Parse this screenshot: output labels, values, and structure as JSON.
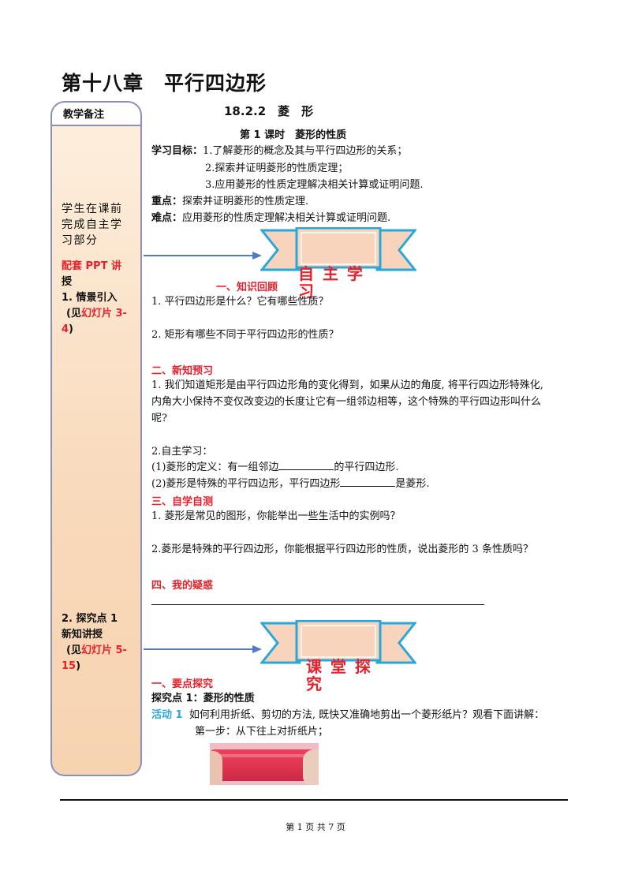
{
  "chapter_title": "第十八章　平行四边形",
  "sidebar": {
    "header": "教学备注",
    "note1": [
      "学生在课前",
      "完成自主学",
      "习部分"
    ],
    "ppt_label": "配套 PPT 讲",
    "ppt_label2": "授",
    "step1_title": "1. 情景引入",
    "step1_ref_prefix": "(见",
    "step1_ref": "幻灯片 3-",
    "step1_ref2": "4",
    "step1_ref_suffix": ")",
    "step2_title": "2. 探究点 1",
    "step2_title2": "新知讲授",
    "step2_ref_prefix": "(见",
    "step2_ref": "幻灯片 5-",
    "step2_ref2": "15",
    "step2_ref_suffix": ")"
  },
  "section_title": "18.2.2　菱　形",
  "lesson_title": "第 1 课时　菱形的性质",
  "goals": {
    "label": "学习目标：",
    "items": [
      "1.了解菱形的概念及其与平行四边形的关系；",
      "2.探索并证明菱形的性质定理；",
      "3.应用菱形的性质定理解决相关计算或证明问题."
    ]
  },
  "key_point": {
    "label": "重点：",
    "text": "探索并证明菱形的性质定理."
  },
  "difficult_point": {
    "label": "难点：",
    "text": "应用菱形的性质定理解决相关计算或证明问题."
  },
  "banner1": {
    "line1": "自 主 学",
    "line2": "习"
  },
  "part1": {
    "title": "一、知识回顾",
    "q1": "1. 平行四边形是什么？它有哪些性质？",
    "q2": "2. 矩形有哪些不同于平行四边形的性质？"
  },
  "part2": {
    "title": "二、新知预习",
    "p1_line1": "1. 我们知道矩形是由平行四边形角的变化得到，如果从边的角度, 将平行四边形特殊化,",
    "p1_line2": "内角大小保持不变仅改变边的长度让它有一组邻边相等，这个特殊的平行四边形叫什么",
    "p1_line3": "呢?",
    "p2": "2.自主学习：",
    "p3_pre": "(1)菱形的定义：有一组邻边",
    "p3_post": "的平行四边形.",
    "p4_pre": "(2)菱形是特殊的平行四边形，平行四边形",
    "p4_post": "是菱形."
  },
  "part3": {
    "title": "三、自学自测",
    "q1": "1. 菱形是常见的图形，你能举出一些生活中的实例吗？",
    "q2": "2.菱形是特殊的平行四边形，你能根据平行四边形的性质，说出菱形的 3 条性质吗？"
  },
  "part4": {
    "title": "四、我的疑惑"
  },
  "banner2": {
    "line1": "课 堂 探",
    "line2": "究"
  },
  "explore": {
    "title": "一、要点探究",
    "sub": "探究点 1：菱形的性质",
    "activity_label": "活动 1",
    "activity_text": "如何利用折纸、剪切的方法, 既快又准确地剪出一个菱形纸片？观看下面讲解：",
    "step1": "第一步：从下往上对折纸片；"
  },
  "footer": {
    "page": "第 1 页 共 7 页"
  },
  "colors": {
    "banner_fill": "#f9d4bd",
    "banner_stroke": "#2aa7d9",
    "banner_text": "#e8202b",
    "sidebar_fill": "#f8d9ba",
    "arrow": "#4a7cc7"
  }
}
